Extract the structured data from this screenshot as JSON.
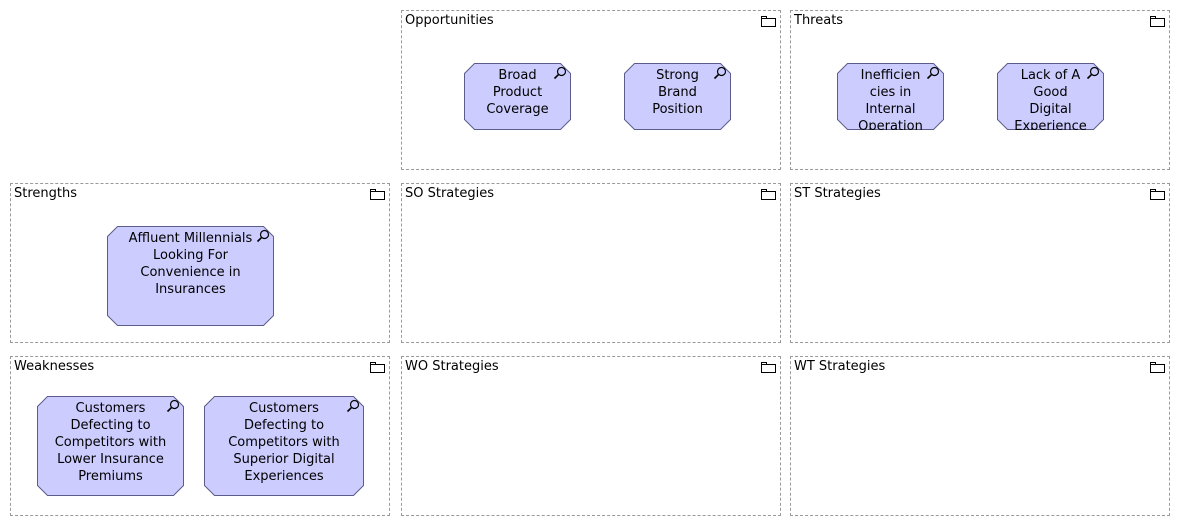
{
  "groups": {
    "opportunities": {
      "title": "Opportunities"
    },
    "threats": {
      "title": "Threats"
    },
    "strengths": {
      "title": "Strengths"
    },
    "so": {
      "title": "SO Strategies"
    },
    "st": {
      "title": "ST Strategies"
    },
    "weaknesses": {
      "title": "Weaknesses"
    },
    "wo": {
      "title": "WO Strategies"
    },
    "wt": {
      "title": "WT Strategies"
    }
  },
  "elements": {
    "broad_product": "Broad Product Coverage",
    "strong_brand": "Strong Brand Position",
    "inefficiencies": "Inefficien cies in Internal Operation",
    "lack_digital": "Lack of A Good Digital Experience",
    "affluent": "Affluent Millennials Looking For Convenience in Insurances",
    "defect_lower": "Customers Defecting to Competitors with Lower Insurance Premiums",
    "defect_digital": "Customers Defecting to Competitors with Superior Digital Experiences"
  },
  "colors": {
    "element_fill": "#ccccff",
    "element_stroke": "#5c5c8a",
    "group_border": "#9a9a9a"
  },
  "icons": {
    "group": "folder-icon",
    "element": "magnifier-icon"
  }
}
